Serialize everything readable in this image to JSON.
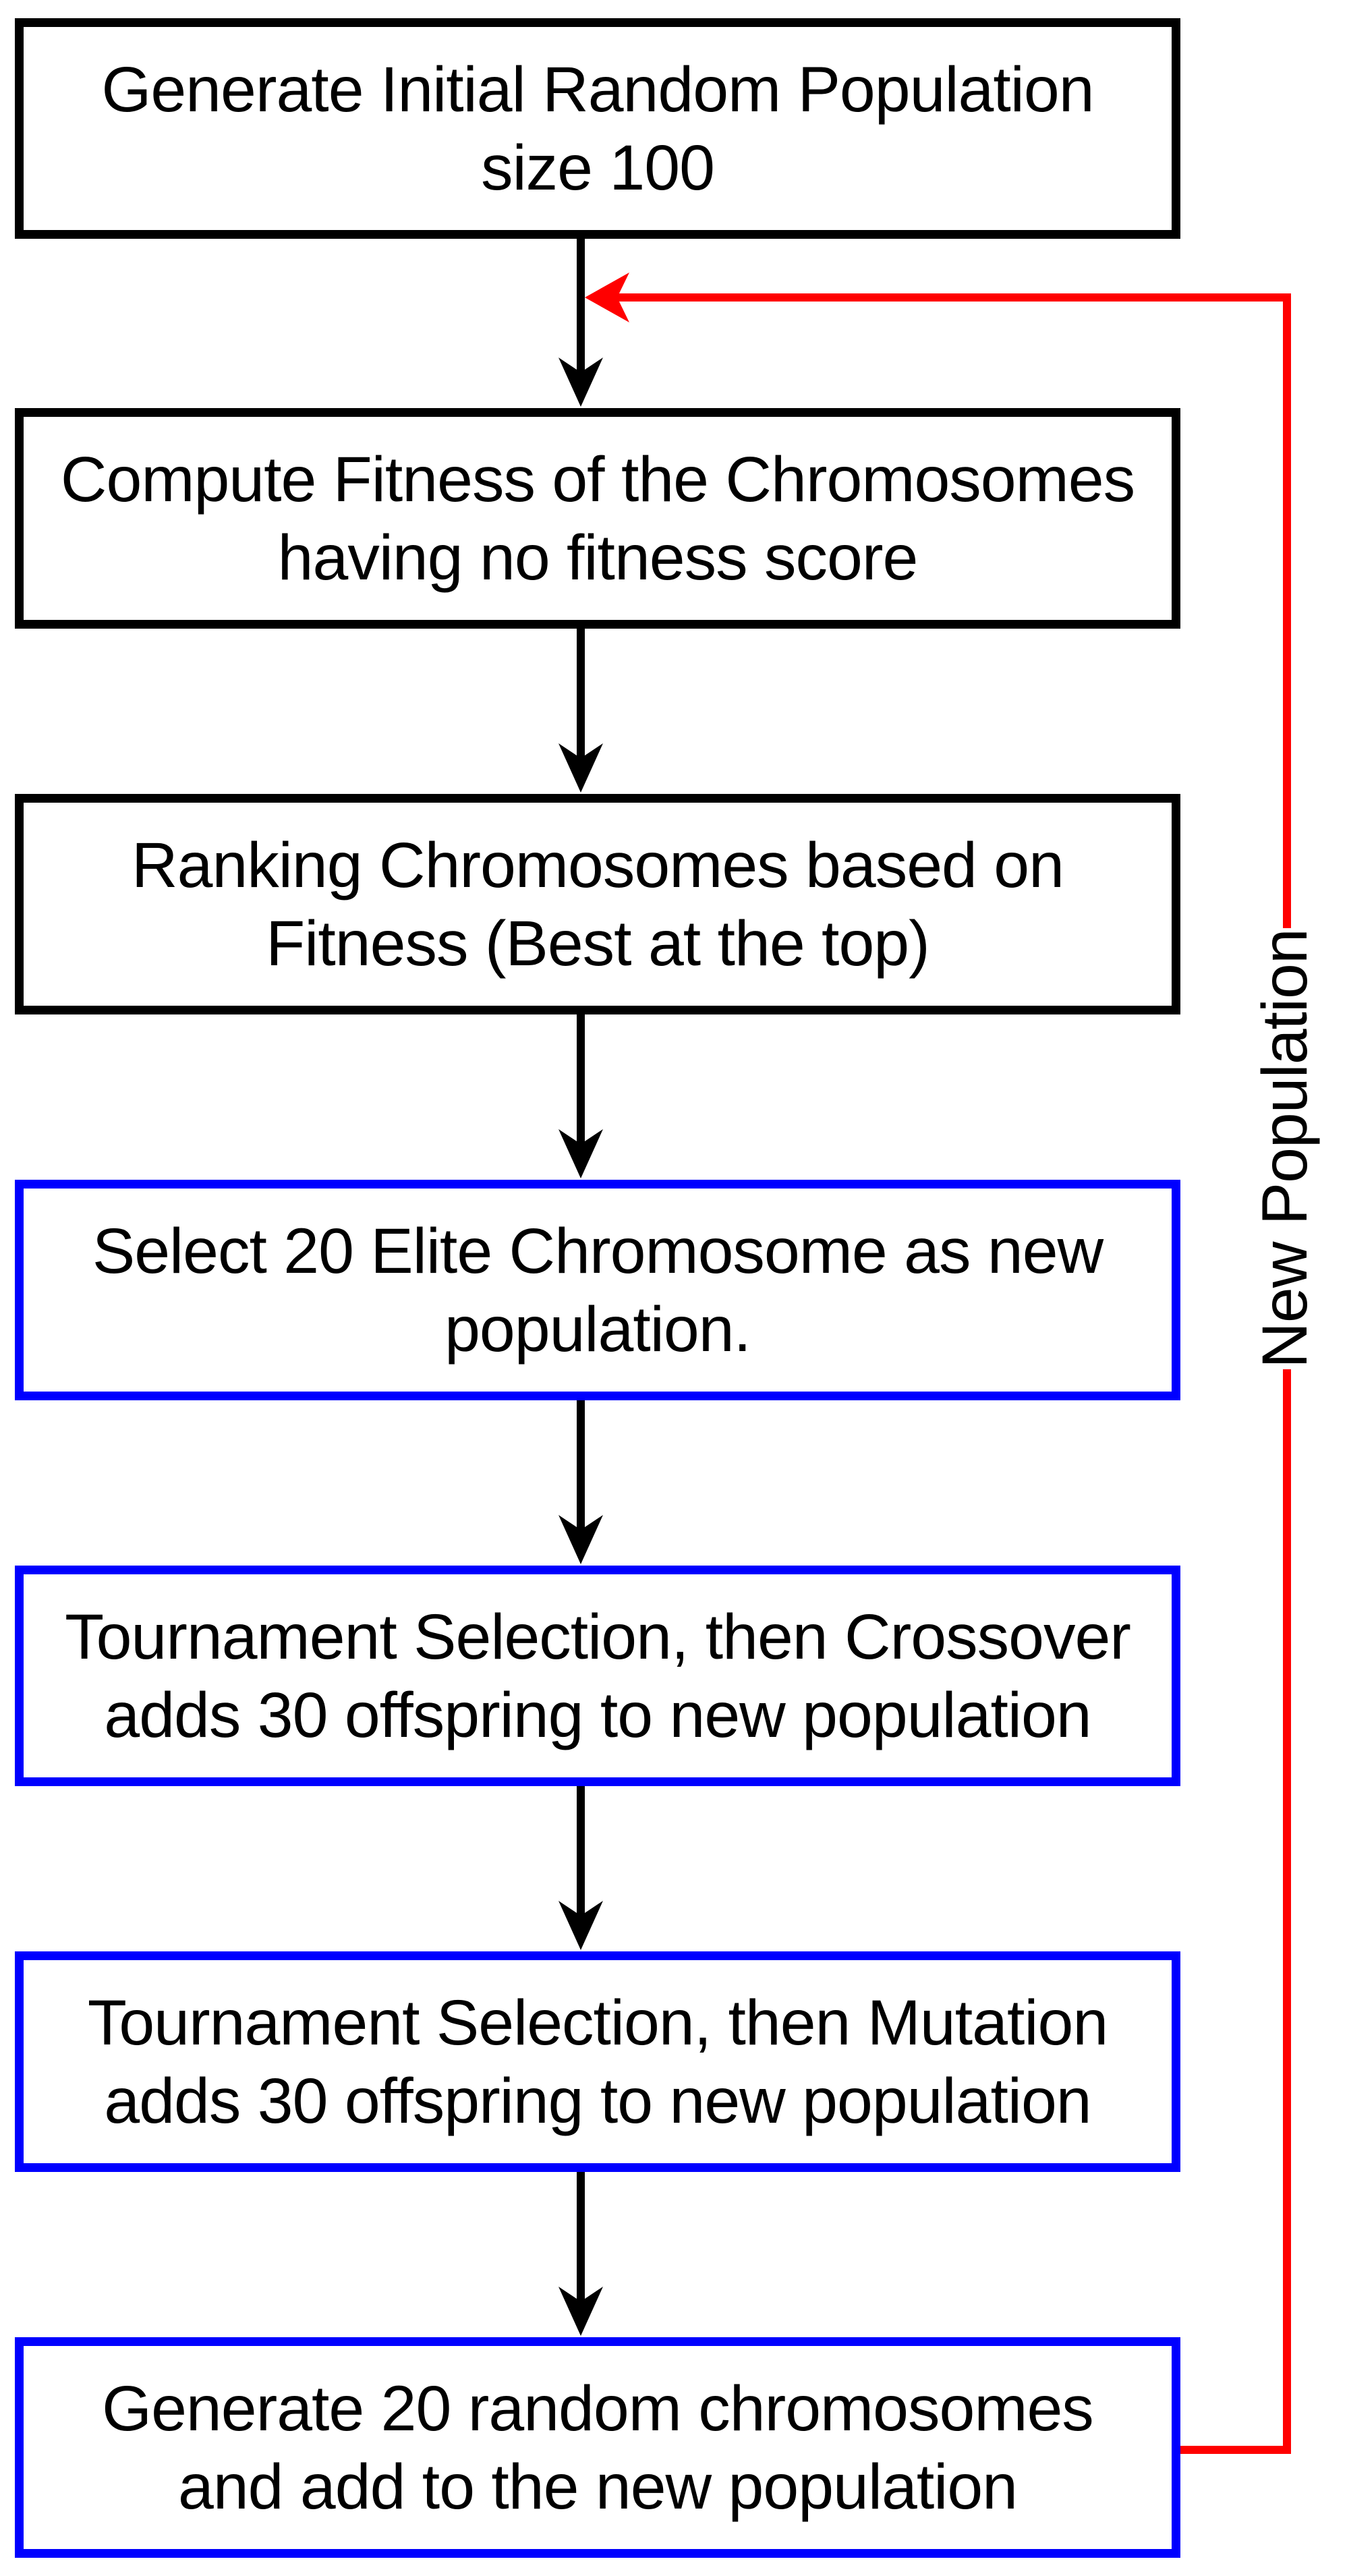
{
  "diagram": {
    "type": "flowchart",
    "background": "#FFFFFF",
    "colors": {
      "standard_step_border": "#000000",
      "new_population_step_border": "#0000FF",
      "flow_arrow": "#000000",
      "feedback_loop": "#FF0000",
      "text": "#000000"
    },
    "steps": [
      {
        "id": "generate-initial-population",
        "border": "diagram.colors.standard_step_border",
        "line1": "Generate Initial Random Population",
        "line2": "size 100",
        "border_hex": "#000000"
      },
      {
        "id": "compute-fitness",
        "border": "diagram.colors.standard_step_border",
        "line1": "Compute Fitness of the Chromosomes",
        "line2": "having no fitness score",
        "border_hex": "#000000"
      },
      {
        "id": "ranking-chromosomes",
        "border": "diagram.colors.standard_step_border",
        "line1": "Ranking Chromosomes based on",
        "line2": "Fitness (Best at the top)",
        "border_hex": "#000000"
      },
      {
        "id": "select-elite",
        "border": "diagram.colors.new_population_step_border",
        "line1": "Select 20 Elite Chromosome as new",
        "line2": "population.",
        "border_hex": "#0000FF"
      },
      {
        "id": "crossover",
        "border": "diagram.colors.new_population_step_border",
        "line1": "Tournament Selection, then Crossover",
        "line2": "adds 30 offspring to new population",
        "border_hex": "#0000FF"
      },
      {
        "id": "mutation",
        "border": "diagram.colors.new_population_step_border",
        "line1": "Tournament Selection, then Mutation",
        "line2": "adds 30 offspring to new population",
        "border_hex": "#0000FF"
      },
      {
        "id": "generate-random-chromosomes",
        "border": "diagram.colors.new_population_step_border",
        "line1": "Generate 20 random chromosomes",
        "line2": "and add to the new population",
        "border_hex": "#0000FF"
      }
    ],
    "loop_label": "New Population"
  }
}
